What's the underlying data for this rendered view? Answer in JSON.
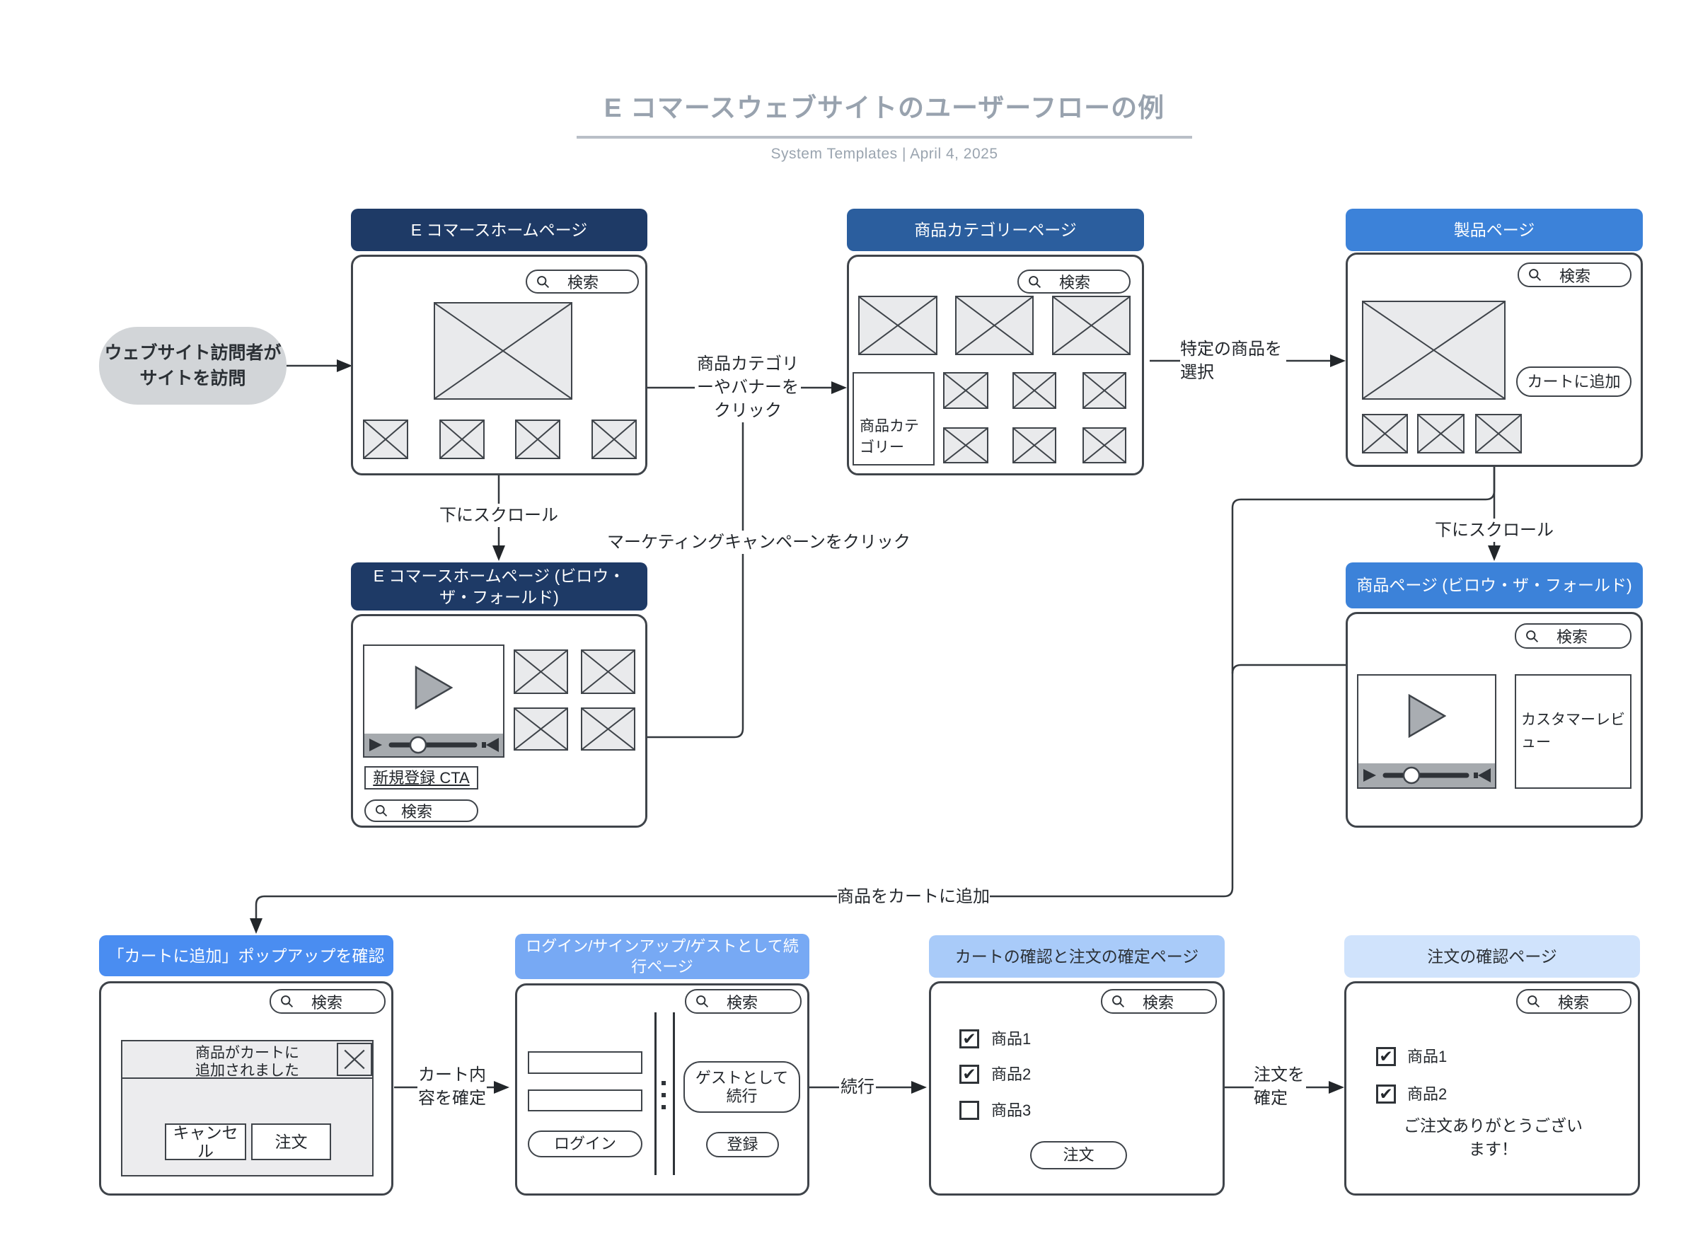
{
  "title": {
    "text": "E コマースウェブサイトのユーザーフローの例",
    "subtitle": "System Templates  |  April 4, 2025"
  },
  "common": {
    "search": "検索"
  },
  "colors": {
    "header_navy": "#1e3a66",
    "header_medium_blue": "#2b5e9e",
    "header_bright_blue": "#3c82d9",
    "header_step1_blue": "#4a8df1",
    "header_step2_blue": "#77a9f4",
    "header_step3_blue": "#a9cbf9",
    "header_step4_blue": "#d0e3fc",
    "line": "#33383d",
    "placeholder_gray": "#e9eaec",
    "title_gray": "#98a2ae"
  },
  "nodes": {
    "visitor": {
      "label": "ウェブサイト訪問者がサイトを訪問"
    },
    "home": {
      "title": "E コマースホームページ"
    },
    "category": {
      "title": "商品カテゴリーページ",
      "category_box": "商品カテゴリー"
    },
    "product": {
      "title": "製品ページ",
      "add_to_cart": "カートに追加"
    },
    "home_below_fold": {
      "title": "E コマースホームページ (ビロウ・ザ・フォールド)",
      "signup_cta": "新規登録 CTA"
    },
    "product_below_fold": {
      "title": "商品ページ (ビロウ・ザ・フォールド)",
      "reviews": "カスタマーレビュー"
    },
    "add_to_cart_popup": {
      "title": "「カートに追加」ポップアップを確認",
      "message": "商品がカートに追加されました",
      "cancel": "キャンセル",
      "order": "注文"
    },
    "login": {
      "title": "ログイン/サインアップ/ゲストとして続行ページ",
      "login_btn": "ログイン",
      "guest_btn": "ゲストとして続行",
      "register_btn": "登録"
    },
    "cart_review": {
      "title": "カートの確認と注文の確定ページ",
      "items": [
        {
          "label": "商品1",
          "mark": "✔"
        },
        {
          "label": "商品2",
          "mark": "✔"
        },
        {
          "label": "商品3",
          "mark": ""
        }
      ],
      "order_btn": "注文"
    },
    "order_confirmation": {
      "title": "注文の確認ページ",
      "items": [
        {
          "label": "商品1",
          "mark": "✔"
        },
        {
          "label": "商品2",
          "mark": "✔"
        }
      ],
      "thanks": "ご注文ありがとうございます！"
    }
  },
  "edges": {
    "click_category_or_banner": "商品カテゴリーやバナーをクリック",
    "select_product": "特定の商品を選択",
    "scroll_down_home": "下にスクロール",
    "click_marketing_campaign": "マーケティングキャンペーンをクリック",
    "scroll_down_product": "下にスクロール",
    "add_product_to_cart": "商品をカートに追加",
    "confirm_cart_contents": "カート内容を確定",
    "continue": "続行",
    "confirm_order": "注文を確定"
  }
}
